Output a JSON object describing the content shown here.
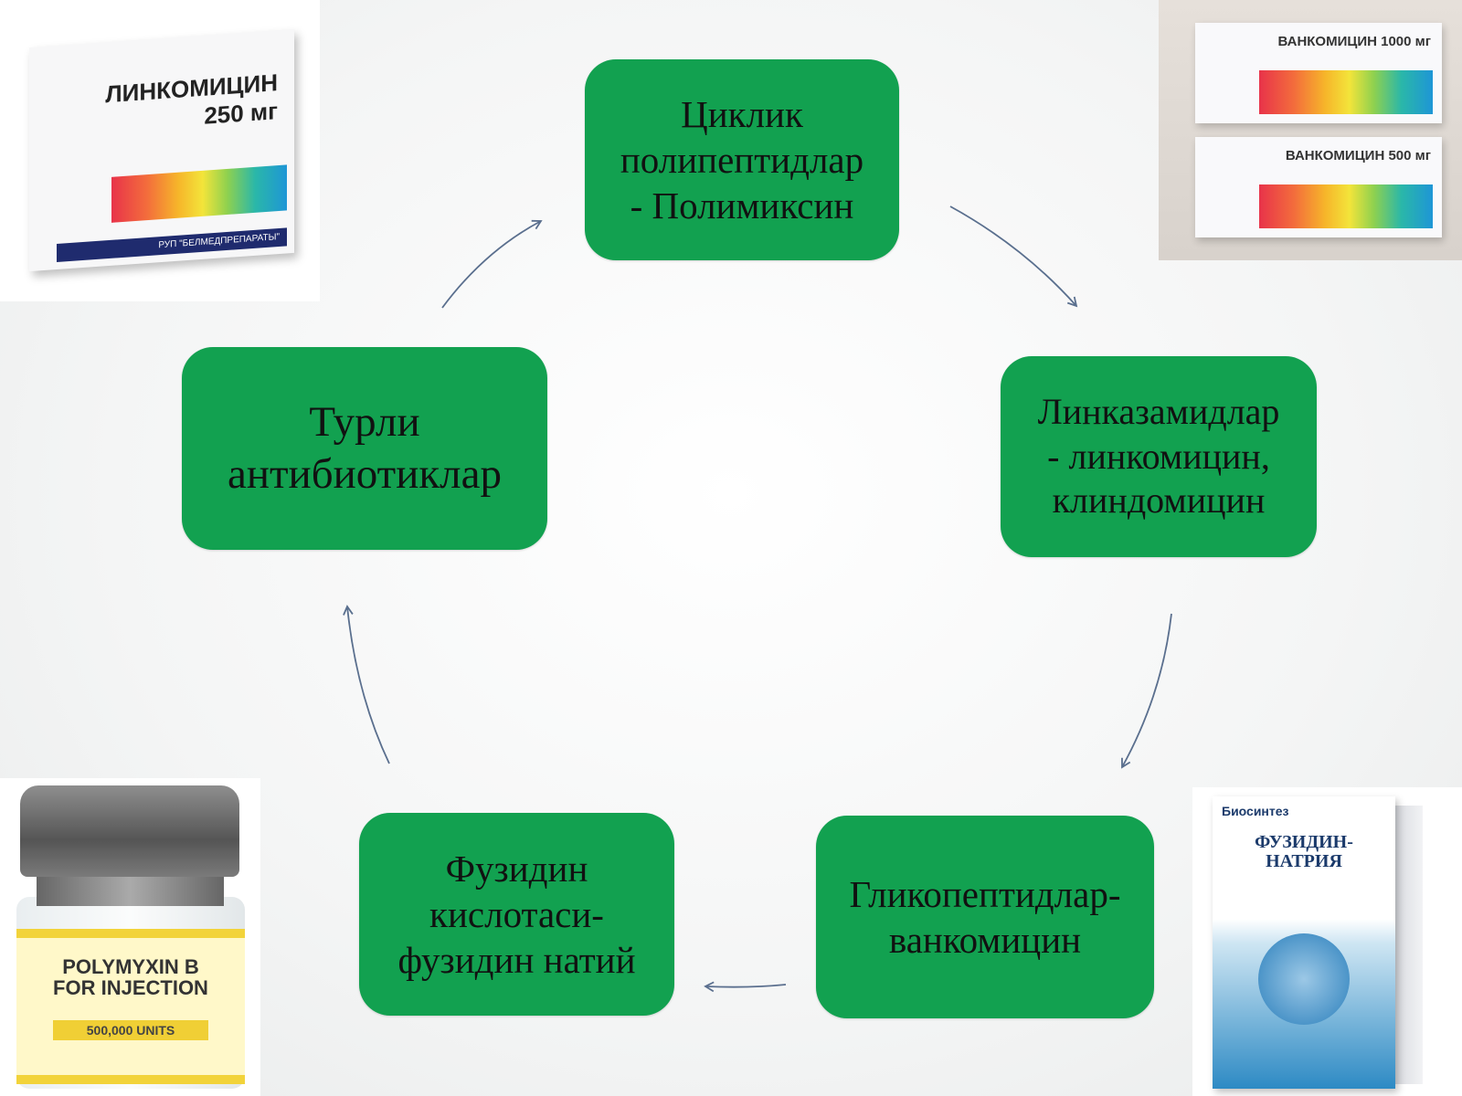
{
  "diagram": {
    "type": "cycle",
    "node_color": "#12a150",
    "arrow_color": "#5a6f8e",
    "nodes": [
      {
        "id": "cyclic-polypeptides",
        "text": "Циклик\nполипептидлар\n- Полимиксин"
      },
      {
        "id": "lincosamides",
        "text": "Линказамидлар\n- линкомицин,\nклиндомицин"
      },
      {
        "id": "glycopeptides",
        "text": "Гликопептидлар-\nванкомицин"
      },
      {
        "id": "fusidic-acid",
        "text": "Фузидин\nкислотаси-\nфузидин натий"
      },
      {
        "id": "various-antibiotics",
        "text": "Турли\nантибиотиклар"
      }
    ],
    "edges": [
      {
        "from": "cyclic-polypeptides",
        "to": "lincosamides"
      },
      {
        "from": "lincosamides",
        "to": "glycopeptides"
      },
      {
        "from": "glycopeptides",
        "to": "fusidic-acid"
      },
      {
        "from": "fusidic-acid",
        "to": "various-antibiotics"
      },
      {
        "from": "various-antibiotics",
        "to": "cyclic-polypeptides"
      }
    ]
  },
  "images": {
    "lincomycin": {
      "title": "ЛИНКОМИЦИН",
      "dose": "250 мг",
      "footer": "РУП \"БЕЛМЕДПРЕПАРАТЫ\""
    },
    "vancomycin": {
      "label_1": "ВАНКОМИЦИН 1000 мг",
      "label_2": "ВАНКОМИЦИН 500 мг"
    },
    "polymyxin": {
      "title": "POLYMYXIN B\nFOR INJECTION",
      "units": "500,000 UNITS"
    },
    "fusidin": {
      "brand": "Биосинтез",
      "name": "ФУЗИДИН-\nНАТРИЯ"
    }
  }
}
